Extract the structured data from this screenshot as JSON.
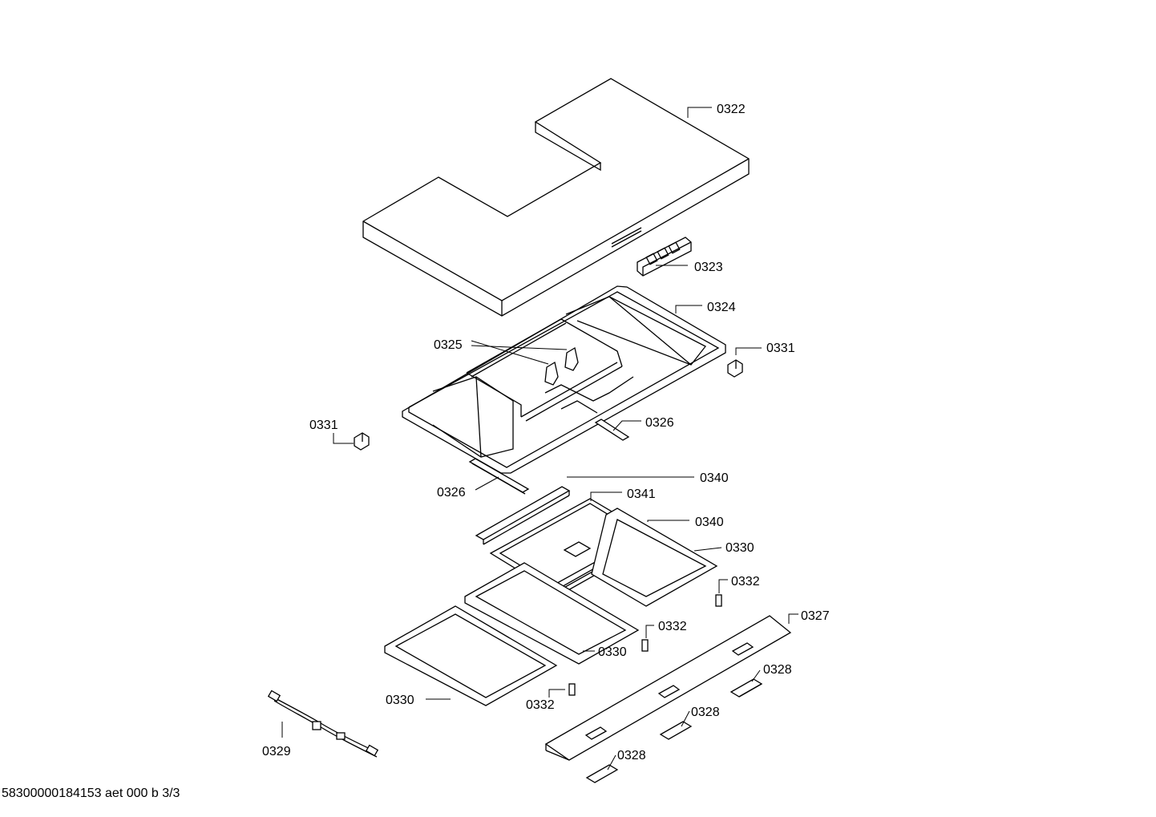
{
  "labels": {
    "p0322": "0322",
    "p0323": "0323",
    "p0324": "0324",
    "p0325": "0325",
    "p0331a": "0331",
    "p0331b": "0331",
    "p0326a": "0326",
    "p0326b": "0326",
    "p0340a": "0340",
    "p0341": "0341",
    "p0340b": "0340",
    "p0330a": "0330",
    "p0332a": "0332",
    "p0327": "0327",
    "p0332b": "0332",
    "p0330b": "0330",
    "p0328a": "0328",
    "p0330c": "0330",
    "p0332c": "0332",
    "p0328b": "0328",
    "p0329": "0329",
    "p0328c": "0328"
  },
  "footer": "58300000184153 aet 000 b 3/3"
}
